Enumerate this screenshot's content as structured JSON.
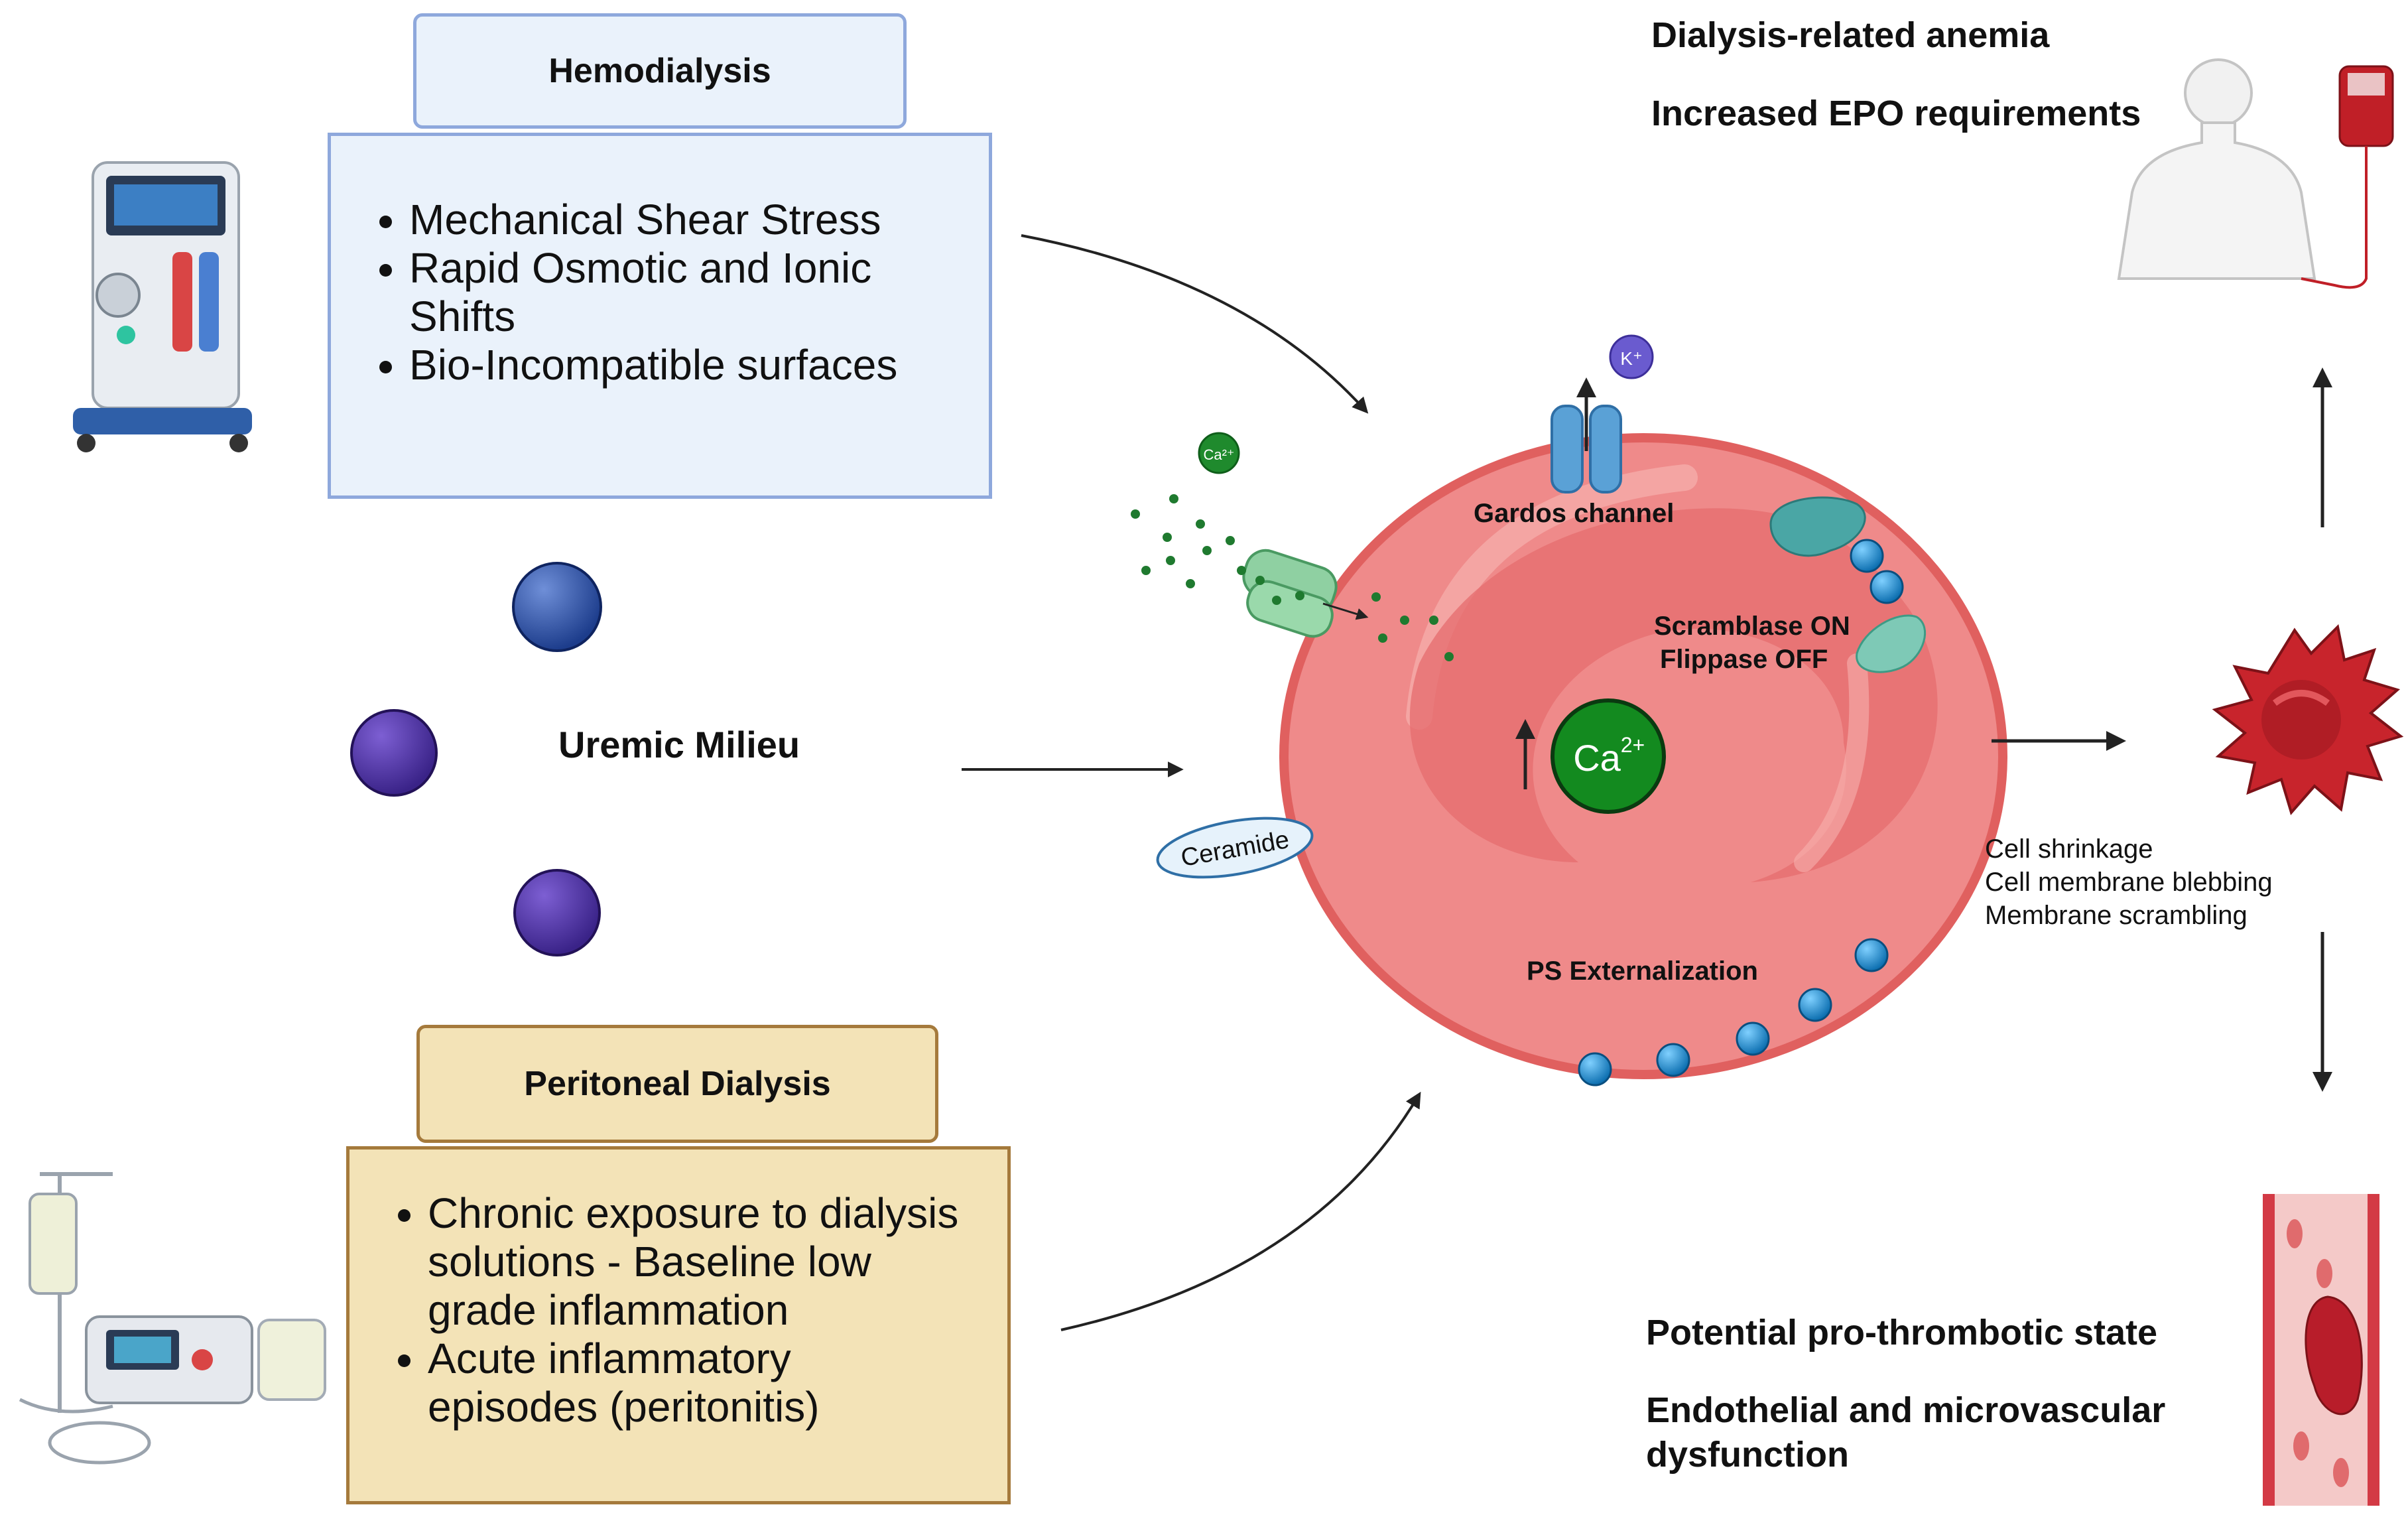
{
  "hemodialysis": {
    "title": "Hemodialysis",
    "items": [
      "Mechanical Shear Stress",
      "Rapid Osmotic and Ionic Shifts",
      "Bio-Incompatible surfaces"
    ]
  },
  "uremic": {
    "label": "Uremic Milieu"
  },
  "peritoneal": {
    "title": "Peritoneal Dialysis",
    "items": [
      "Chronic exposure to dialysis solutions - Baseline low grade inflammation",
      "Acute inflammatory episodes (peritonitis)"
    ]
  },
  "cell": {
    "gardos": "Gardos channel",
    "potassium": "K⁺",
    "calcium_small": "Ca²⁺",
    "calcium_center": "Ca",
    "calcium_center_sup": "2+",
    "scramblase": "Scramblase ON",
    "flippase": "Flippase OFF",
    "ceramide": "Ceramide",
    "ps": "PS Externalization"
  },
  "outcomes": {
    "anemia": "Dialysis-related anemia",
    "epo": "Increased EPO requirements",
    "changes": [
      "Cell shrinkage",
      "Cell membrane blebbing",
      "Membrane scrambling"
    ],
    "thrombotic": "Potential pro-thrombotic state",
    "endothelial_1": "Endothelial and microvascular",
    "endothelial_2": "dysfunction"
  },
  "colors": {
    "hemo_box": "#eaf2fb",
    "hemo_border": "#8ea8dc",
    "pd_box": "#f3e3b7",
    "pd_border": "#a57a3c",
    "rbc": "#ef8a8a",
    "rbc_border": "#e0605f",
    "calcium": "#138a1f",
    "echinocyte": "#c8242c",
    "ps_bead": "#1b8fd2"
  }
}
